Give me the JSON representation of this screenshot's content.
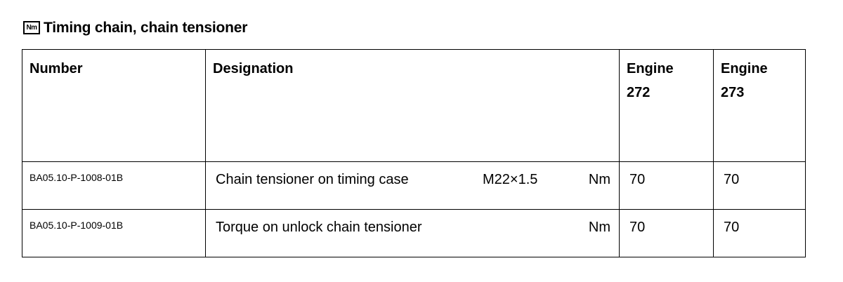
{
  "section": {
    "icon_label": "Nm",
    "icon": "torque-nm-icon",
    "title": "Timing chain, chain tensioner"
  },
  "table": {
    "headers": {
      "number": "Number",
      "designation": "Designation",
      "engine272_line1": "Engine",
      "engine272_line2": "272",
      "engine273_line1": "Engine",
      "engine273_line2": "273"
    },
    "rows": [
      {
        "number": "BA05.10-P-1008-01B",
        "designation": "Chain tensioner on timing case",
        "thread": "M22×1.5",
        "unit": "Nm",
        "engine272": "70",
        "engine273": "70"
      },
      {
        "number": "BA05.10-P-1009-01B",
        "designation": "Torque on unlock chain tensioner",
        "thread": "",
        "unit": "Nm",
        "engine272": "70",
        "engine273": "70"
      }
    ]
  }
}
